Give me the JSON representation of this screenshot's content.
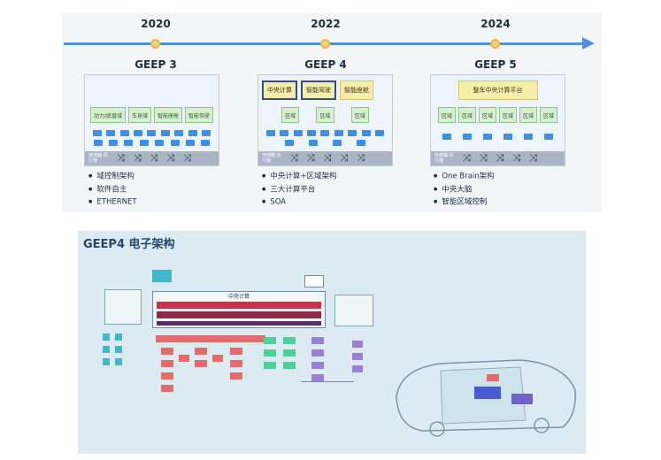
{
  "timeline": {
    "years": [
      "2020",
      "2022",
      "2024"
    ],
    "generations": [
      {
        "name": "GEEP 3",
        "top_boxes": [],
        "modules": [
          "动力/底盘域",
          "车身域",
          "智能座舱",
          "智能驾驶"
        ],
        "sensor_label": "传感器 执行器",
        "bullets": [
          "域控制架构",
          "软件自主",
          "ETHERNET"
        ]
      },
      {
        "name": "GEEP 4",
        "top_boxes": [
          "中央计算",
          "智能驾驶",
          "智能座舱"
        ],
        "modules": [
          "区域",
          "区域",
          "区域"
        ],
        "sensor_label": "传感器 执行器",
        "bullets": [
          "中央计算+区域架构",
          "三大计算平台",
          "SOA"
        ]
      },
      {
        "name": "GEEP 5",
        "top_boxes": [
          "整车中央计算平台"
        ],
        "modules": [
          "区域",
          "区域",
          "区域",
          "区域",
          "区域",
          "区域"
        ],
        "sensor_label": "传感器 执行器",
        "bullets": [
          "One Brain架构",
          "中央大脑",
          "智能区域控制"
        ]
      }
    ]
  },
  "diagram": {
    "title": "GEEP4 电子架构",
    "central_label": "中央计算"
  },
  "colors": {
    "axis": "#4f8fe0",
    "cube": "#3d8ee6",
    "module_green": "#d6efd2",
    "top_yellow": "#f7ecaa",
    "diagram_bg": "#dcebf2"
  },
  "icons": {
    "switch": "network-switch-icon",
    "bullet": "bullet-dot-icon"
  }
}
